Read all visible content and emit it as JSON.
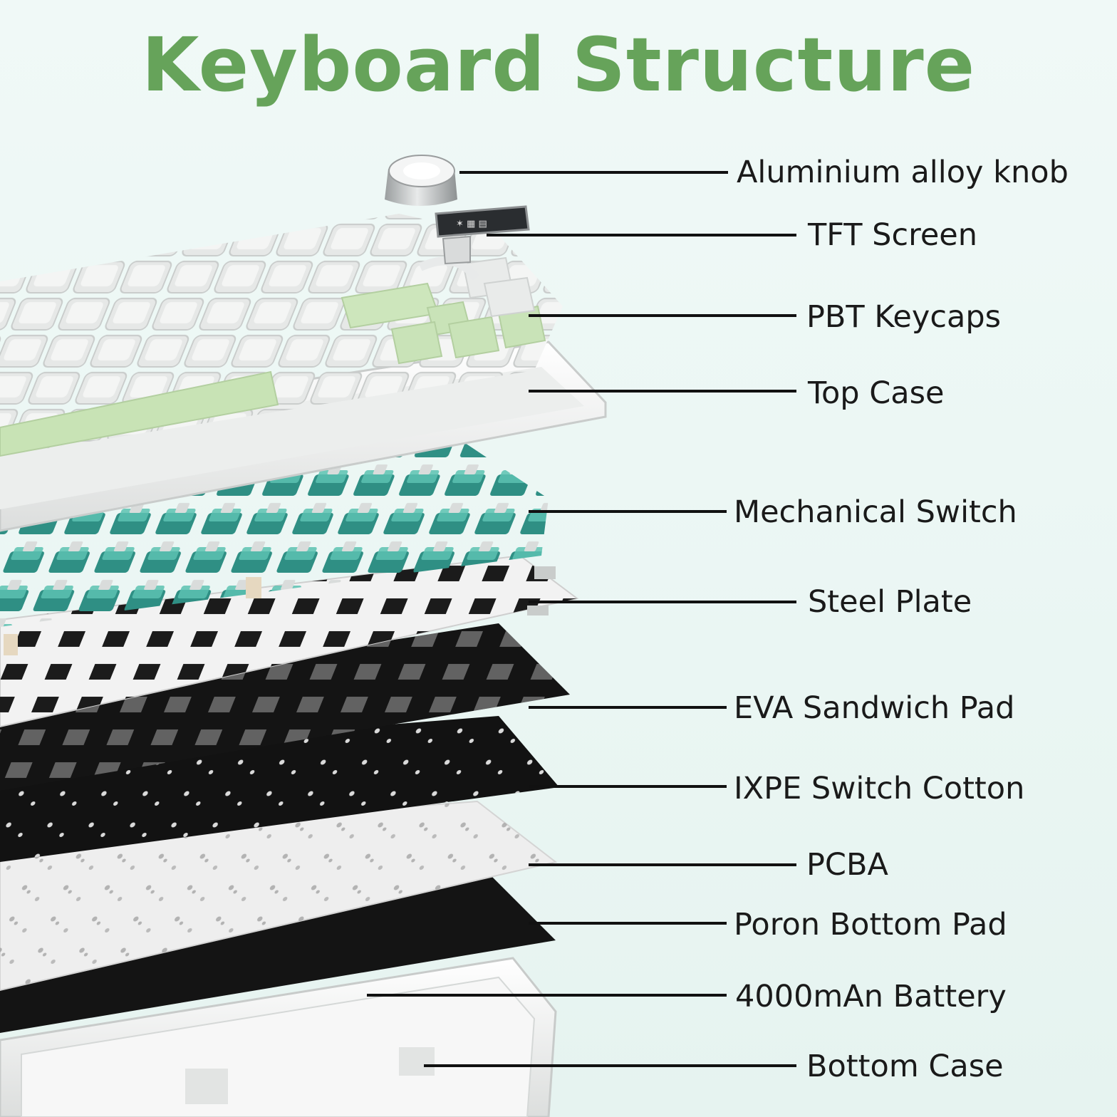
{
  "title": "Keyboard Structure",
  "colors": {
    "title": "#66a35a",
    "leader_line": "#111111",
    "label_text": "#1a1a1a",
    "keycap_white": "#e9ebea",
    "keycap_green": "#c9e3b8",
    "switch_teal": "#3ea89a",
    "plate_white": "#f1f1f1",
    "pad_black": "#151515",
    "pcb_white": "#ededed",
    "background": "#eff8f6"
  },
  "layers": [
    {
      "id": "knob",
      "label": "Aluminium alloy knob",
      "icon": "knob-icon"
    },
    {
      "id": "tft-screen",
      "label": "TFT Screen",
      "icon": "screen-icon"
    },
    {
      "id": "pbt-keycaps",
      "label": "PBT Keycaps",
      "icon": "keycap-icon"
    },
    {
      "id": "top-case",
      "label": "Top Case",
      "icon": "case-icon"
    },
    {
      "id": "mechanical-switch",
      "label": "Mechanical Switch",
      "icon": "switch-icon"
    },
    {
      "id": "steel-plate",
      "label": "Steel Plate",
      "icon": "plate-icon"
    },
    {
      "id": "eva-sandwich-pad",
      "label": "EVA Sandwich Pad",
      "icon": "pad-icon"
    },
    {
      "id": "ixpe-switch-cotton",
      "label": "IXPE Switch Cotton",
      "icon": "cotton-icon"
    },
    {
      "id": "pcba",
      "label": "PCBA",
      "icon": "pcb-icon"
    },
    {
      "id": "poron-bottom-pad",
      "label": "Poron Bottom Pad",
      "icon": "pad-icon"
    },
    {
      "id": "battery",
      "label": "4000mAn Battery",
      "icon": "battery-icon"
    },
    {
      "id": "bottom-case",
      "label": "Bottom Case",
      "icon": "case-icon"
    }
  ]
}
